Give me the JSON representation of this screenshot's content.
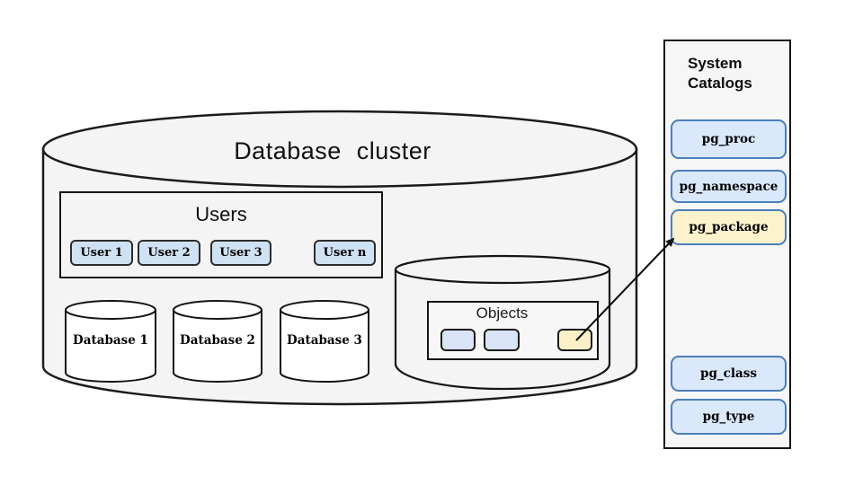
{
  "cluster": {
    "title": "Database cluster"
  },
  "users": {
    "title": "Users",
    "items": [
      {
        "label": "User 1"
      },
      {
        "label": "User 2"
      },
      {
        "label": "User 3"
      },
      {
        "label": "User n"
      }
    ]
  },
  "databases": [
    {
      "label": "Database 1"
    },
    {
      "label": "Database 2"
    },
    {
      "label": "Database 3"
    }
  ],
  "objects": {
    "title": "Objects",
    "items": [
      {
        "name": "object-blue-1",
        "color": "#d9e4f6"
      },
      {
        "name": "object-blue-2",
        "color": "#d9e4f6"
      },
      {
        "name": "object-package",
        "color": "#fcf0c8"
      }
    ]
  },
  "system_catalogs": {
    "title": "System Catalogs",
    "items": [
      {
        "label": "pg_proc",
        "highlighted": false
      },
      {
        "label": "pg_namespace",
        "highlighted": false
      },
      {
        "label": "pg_package",
        "highlighted": true
      },
      {
        "label": "pg_class",
        "highlighted": false
      },
      {
        "label": "pg_type",
        "highlighted": false
      }
    ]
  },
  "connector": {
    "from": "object-package",
    "to": "pg_package"
  },
  "colors": {
    "user_button_fill": "#cfe2f3",
    "catalog_button_fill": "#d9e8fa",
    "catalog_button_border": "#4a7ebb",
    "highlight_fill": "#fcf2cc",
    "cylinder_fill": "#f4f4f4",
    "outline": "#1a1a1a"
  }
}
